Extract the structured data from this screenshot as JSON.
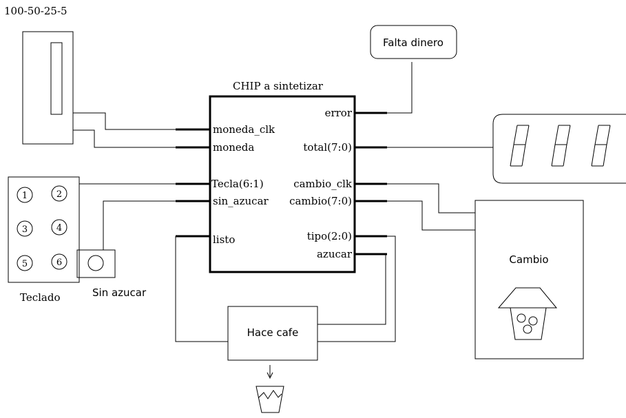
{
  "coin_acceptor": {
    "label": "100-50-25-5"
  },
  "chip": {
    "title": "CHIP a sintetizar",
    "inputs": [
      "moneda_clk",
      "moneda",
      "Tecla(6:1)",
      "sin_azucar",
      "listo"
    ],
    "outputs": [
      "error",
      "total(7:0)",
      "cambio_clk",
      "cambio(7:0)",
      "tipo(2:0)",
      "azucar"
    ]
  },
  "error_box": {
    "label": "Falta dinero"
  },
  "display": {
    "digits": 3
  },
  "keypad": {
    "label": "Teclado",
    "keys": [
      "1",
      "2",
      "3",
      "4",
      "5",
      "6"
    ]
  },
  "sugar_button": {
    "label": "Sin azucar"
  },
  "coffee_maker": {
    "label": "Hace cafe"
  },
  "change_box": {
    "label": "Cambio"
  },
  "colors": {
    "line": "#000000",
    "background": "#ffffff"
  }
}
